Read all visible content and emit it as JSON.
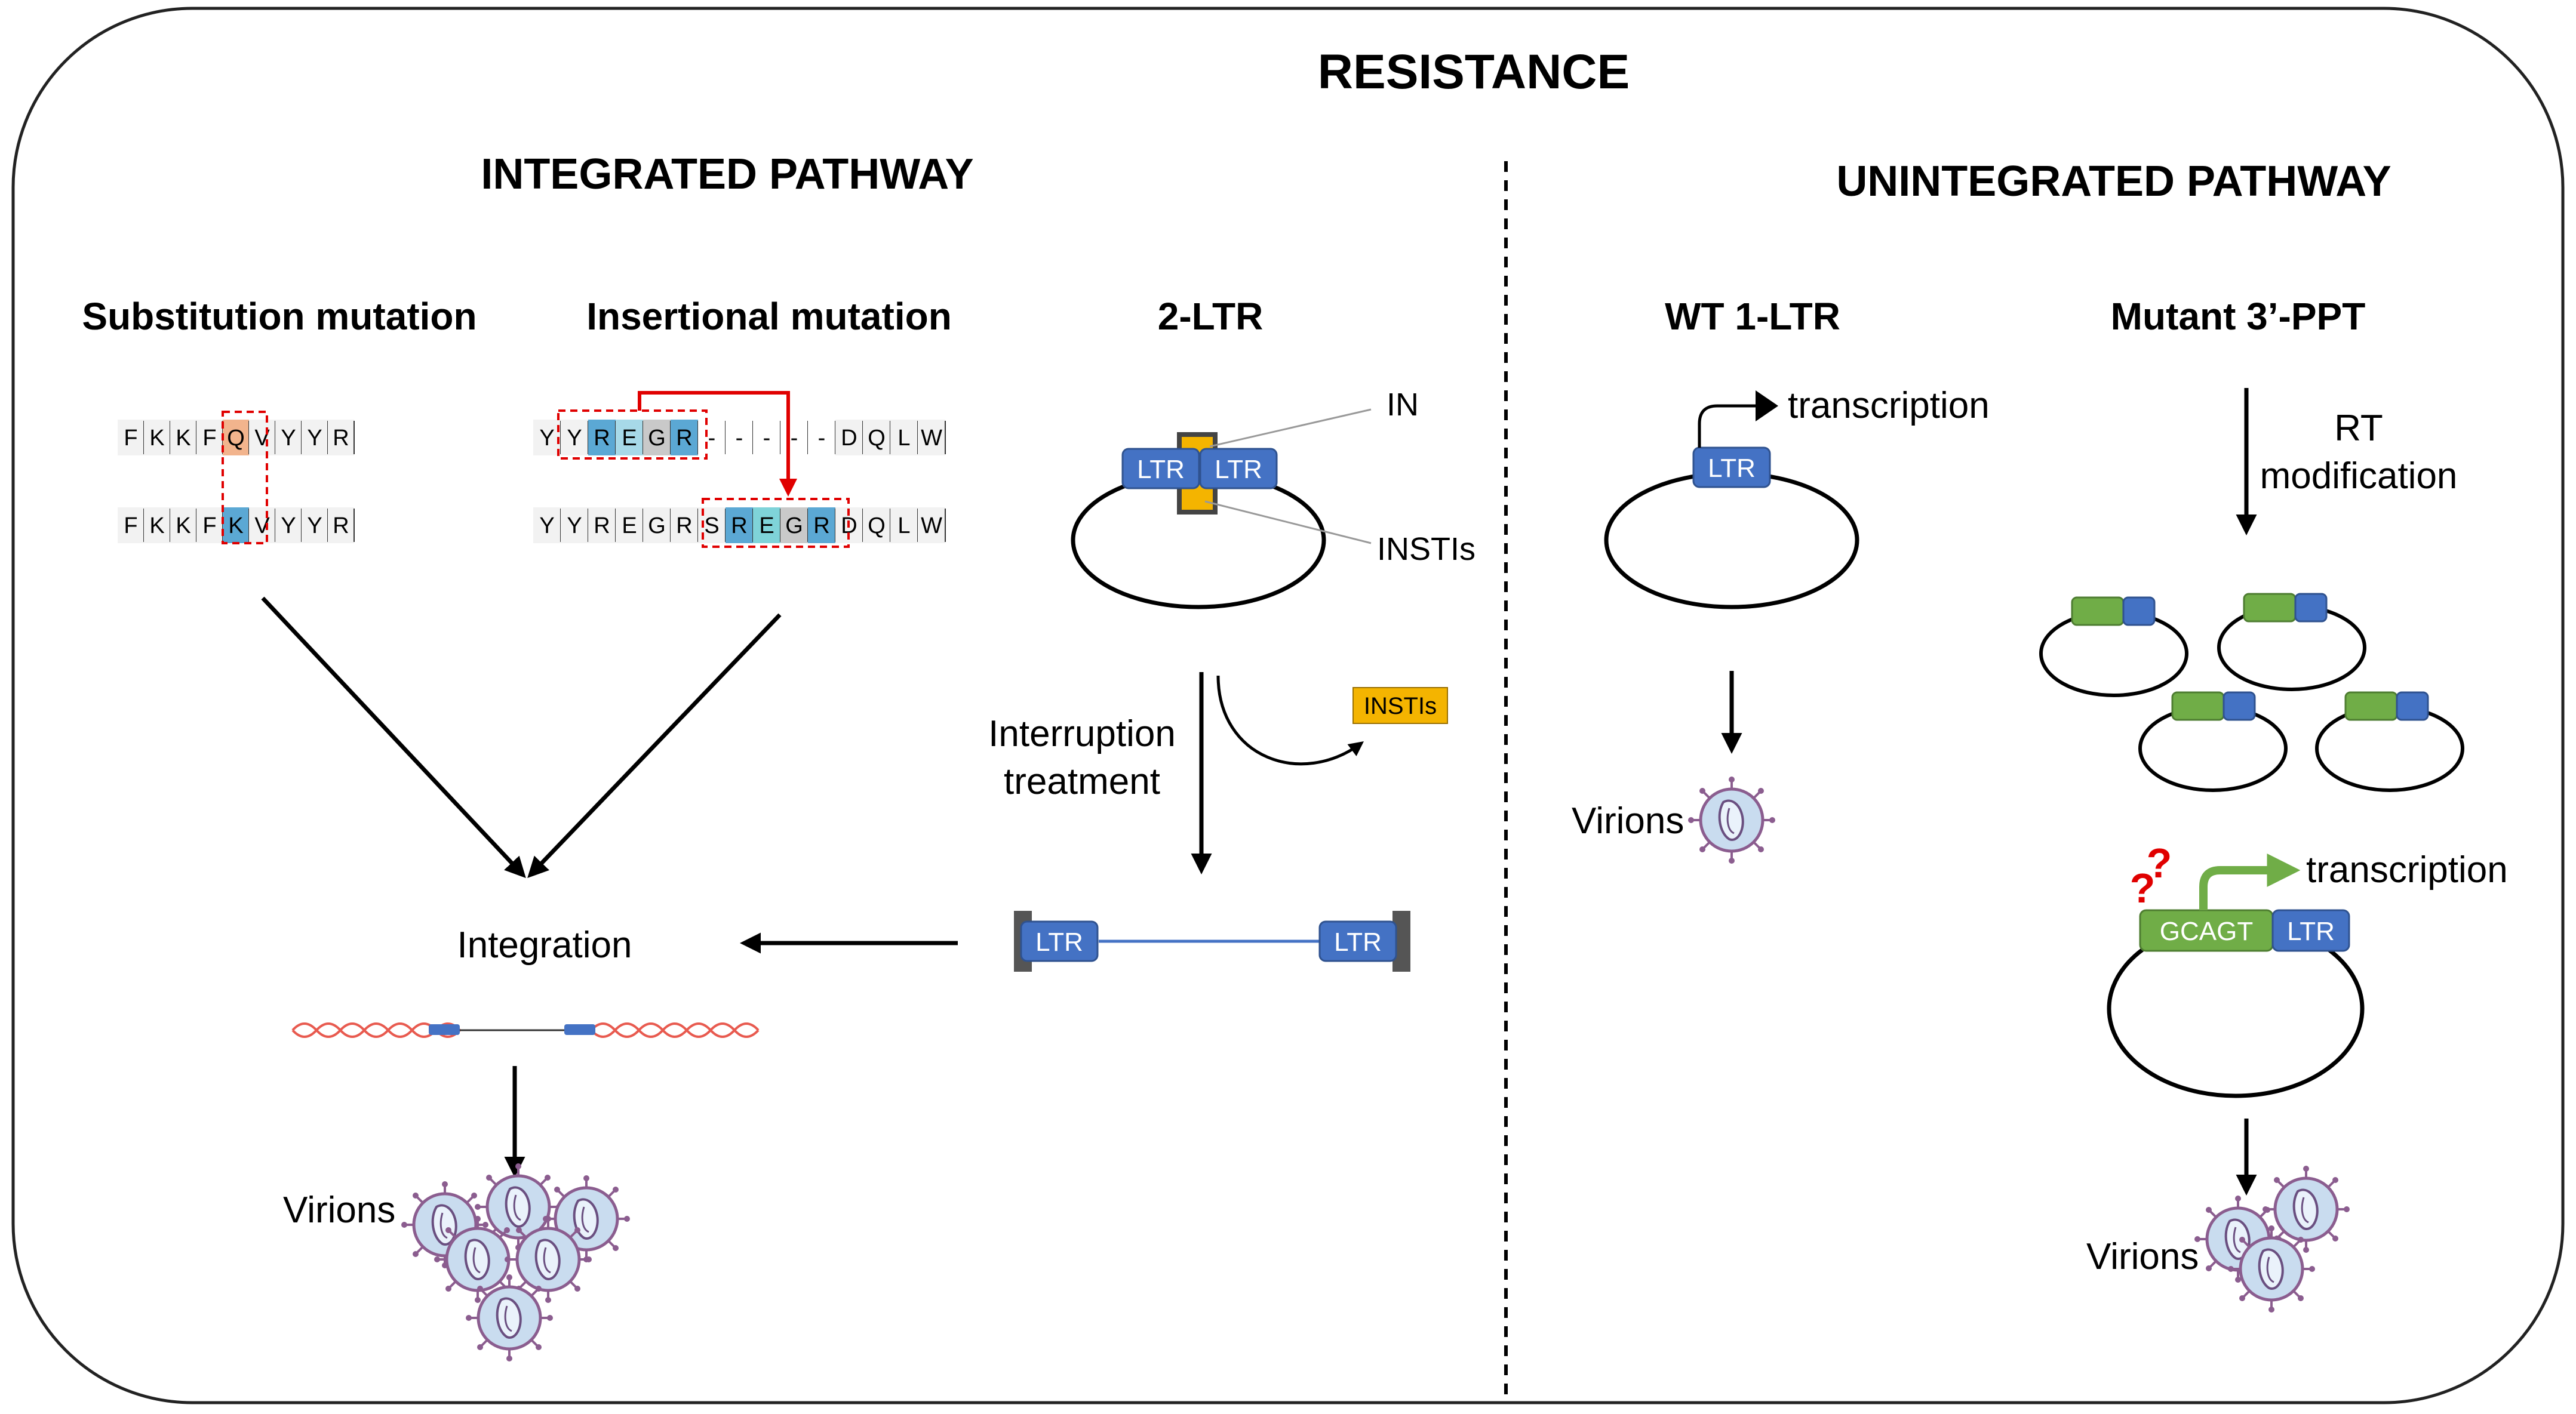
{
  "title": "RESISTANCE",
  "integrated": {
    "heading": "INTEGRATED PATHWAY",
    "substitution": {
      "label": "Substitution mutation",
      "wt_sequence": [
        "F",
        "K",
        "K",
        "F",
        "Q",
        "V",
        "Y",
        "Y",
        "R"
      ],
      "mut_sequence": [
        "F",
        "K",
        "K",
        "F",
        "K",
        "V",
        "Y",
        "Y",
        "R"
      ],
      "highlight_colors": {
        "wt": "#f2b48d",
        "mut": "#5ba8d4"
      }
    },
    "insertional": {
      "label": "Insertional mutation",
      "wt_sequence": [
        "Y",
        "Y",
        "R",
        "E",
        "G",
        "R",
        "-",
        "-",
        "-",
        "-",
        "-",
        "D",
        "Q",
        "L",
        "W"
      ],
      "mut_sequence": [
        "Y",
        "Y",
        "R",
        "E",
        "G",
        "R",
        "S",
        "R",
        "E",
        "G",
        "R",
        "D",
        "Q",
        "L",
        "W"
      ]
    },
    "integration_label": "Integration",
    "virions_label": "Virions"
  },
  "two_ltr": {
    "label": "2-LTR",
    "ltr_label": "LTR",
    "in_label": "IN",
    "instis_label": "INSTIs",
    "interruption_label": [
      "Interruption",
      "treatment"
    ],
    "instis_box": "INSTIs",
    "colors": {
      "ltr": "#4472c4",
      "insti": "#f4b400"
    }
  },
  "unintegrated": {
    "heading": "UNINTEGRATED PATHWAY",
    "wt": {
      "label": "WT 1-LTR",
      "ltr_label": "LTR",
      "transcription_label": "transcription",
      "virions_label": "Virions"
    },
    "mutant": {
      "label": "Mutant 3’-PPT",
      "rt_label": [
        "RT",
        "modification"
      ],
      "gcagt_label": "GCAGT",
      "ltr_label": "LTR",
      "transcription_label": "transcription",
      "question_marks": "??",
      "virions_label": "Virions",
      "colors": {
        "ppt": "#70ad47",
        "ltr": "#4472c4",
        "question": "#e00000"
      }
    }
  }
}
